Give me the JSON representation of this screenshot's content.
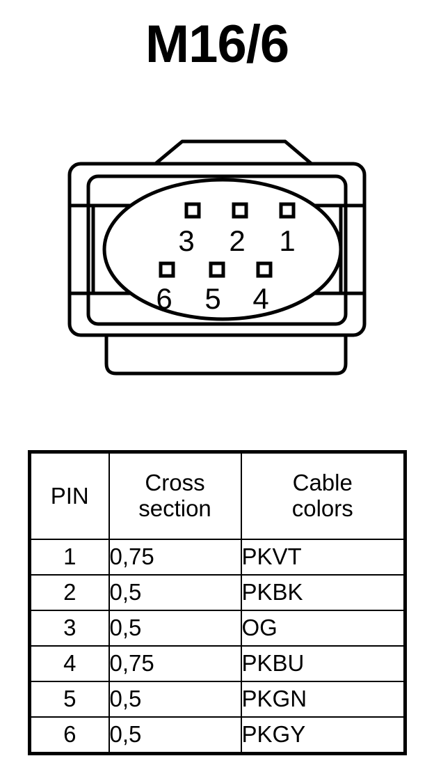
{
  "title": "M16/6",
  "connector": {
    "name": "M16/6",
    "type": "6-pin automotive connector face view",
    "pin_layout": {
      "top_row": [
        "3",
        "2",
        "1"
      ],
      "bottom_row": [
        "6",
        "5",
        "4"
      ]
    },
    "pins": [
      {
        "number": "1",
        "row": "top",
        "position": "right"
      },
      {
        "number": "2",
        "row": "top",
        "position": "center"
      },
      {
        "number": "3",
        "row": "top",
        "position": "left"
      },
      {
        "number": "4",
        "row": "bottom",
        "position": "right"
      },
      {
        "number": "5",
        "row": "bottom",
        "position": "center"
      },
      {
        "number": "6",
        "row": "bottom",
        "position": "left"
      }
    ],
    "stroke_color": "#000000",
    "fill_color": "#ffffff"
  },
  "table": {
    "headers": {
      "pin": "PIN",
      "cross_section_line1": "Cross",
      "cross_section_line2": "section",
      "cable_colors_line1": "Cable",
      "cable_colors_line2": "colors"
    },
    "rows": [
      {
        "pin": "1",
        "cross_section": "0,75",
        "cable_color": "PKVT"
      },
      {
        "pin": "2",
        "cross_section": "0,5",
        "cable_color": "PKBK"
      },
      {
        "pin": "3",
        "cross_section": "0,5",
        "cable_color": "OG"
      },
      {
        "pin": "4",
        "cross_section": "0,75",
        "cable_color": "PKBU"
      },
      {
        "pin": "5",
        "cross_section": "0,5",
        "cable_color": "PKGN"
      },
      {
        "pin": "6",
        "cross_section": "0,5",
        "cable_color": "PKGY"
      }
    ]
  }
}
